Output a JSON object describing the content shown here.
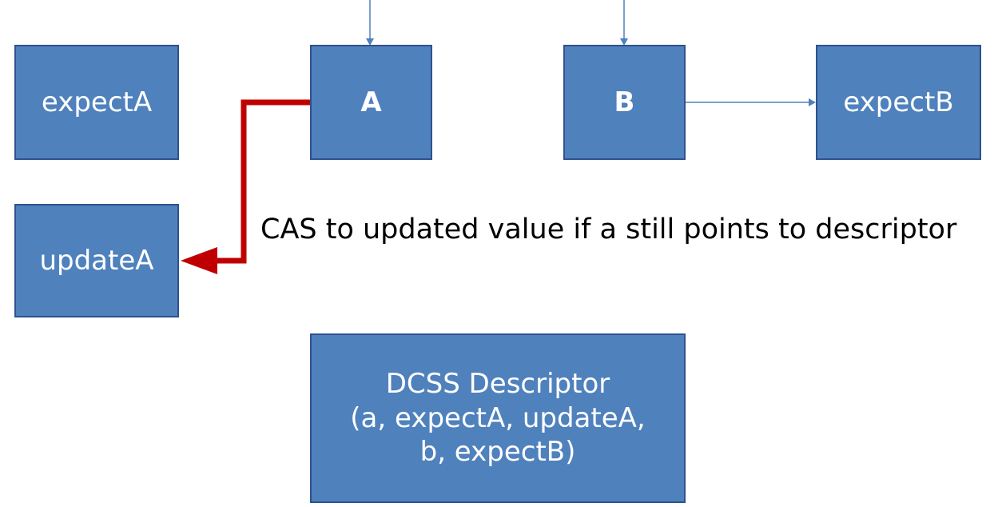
{
  "nodes": {
    "expectA": "expectA",
    "a": "A",
    "b": "B",
    "expectB": "expectB",
    "updateA": "updateA",
    "descriptor": {
      "line1": "DCSS Descriptor",
      "line2": "(a, expectA, updateA,",
      "line3": "b, expectB)"
    }
  },
  "edge_label": "CAS to updated value if a still points to descriptor",
  "colors": {
    "box_fill": "#4f81bd",
    "box_border": "#2f528f",
    "thin_arrow": "#4f81bd",
    "cas_arrow": "#c00000"
  }
}
